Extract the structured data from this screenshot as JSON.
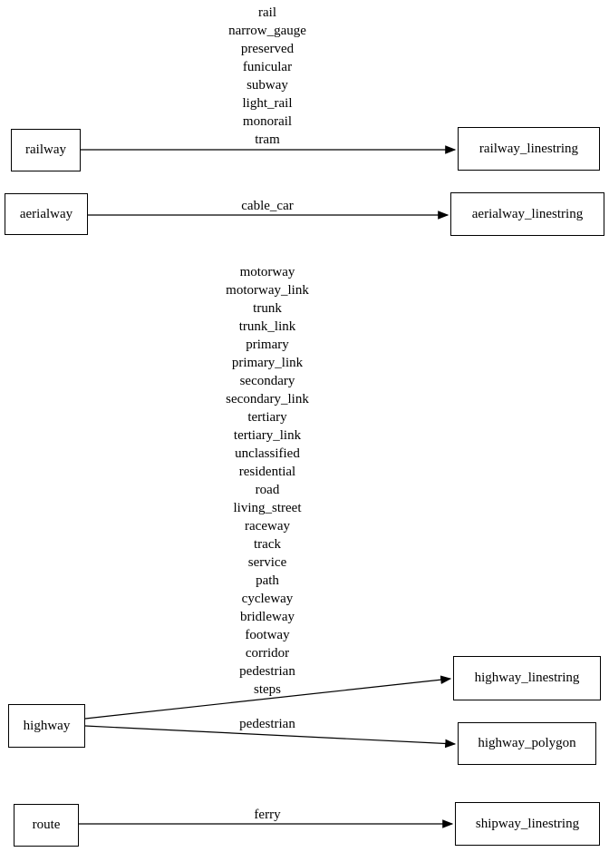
{
  "diagram": {
    "colors": {
      "background": "#ffffff",
      "node_border": "#000000",
      "edge_line": "#000000",
      "text": "#000000"
    },
    "nodes": {
      "railway": {
        "label": "railway"
      },
      "aerialway": {
        "label": "aerialway"
      },
      "highway": {
        "label": "highway"
      },
      "route": {
        "label": "route"
      },
      "railway_linestring": {
        "label": "railway_linestring"
      },
      "aerialway_linestring": {
        "label": "aerialway_linestring"
      },
      "highway_linestring": {
        "label": "highway_linestring"
      },
      "highway_polygon": {
        "label": "highway_polygon"
      },
      "shipway_linestring": {
        "label": "shipway_linestring"
      }
    },
    "edges": [
      {
        "from": "railway",
        "to": "railway_linestring",
        "labels": [
          "rail",
          "narrow_gauge",
          "preserved",
          "funicular",
          "subway",
          "light_rail",
          "monorail",
          "tram"
        ]
      },
      {
        "from": "aerialway",
        "to": "aerialway_linestring",
        "labels": [
          "cable_car"
        ]
      },
      {
        "from": "highway",
        "to": "highway_linestring",
        "labels": [
          "motorway",
          "motorway_link",
          "trunk",
          "trunk_link",
          "primary",
          "primary_link",
          "secondary",
          "secondary_link",
          "tertiary",
          "tertiary_link",
          "unclassified",
          "residential",
          "road",
          "living_street",
          "raceway",
          "track",
          "service",
          "path",
          "cycleway",
          "bridleway",
          "footway",
          "corridor",
          "pedestrian",
          "steps"
        ]
      },
      {
        "from": "highway",
        "to": "highway_polygon",
        "labels": [
          "pedestrian"
        ]
      },
      {
        "from": "route",
        "to": "shipway_linestring",
        "labels": [
          "ferry"
        ]
      }
    ]
  }
}
